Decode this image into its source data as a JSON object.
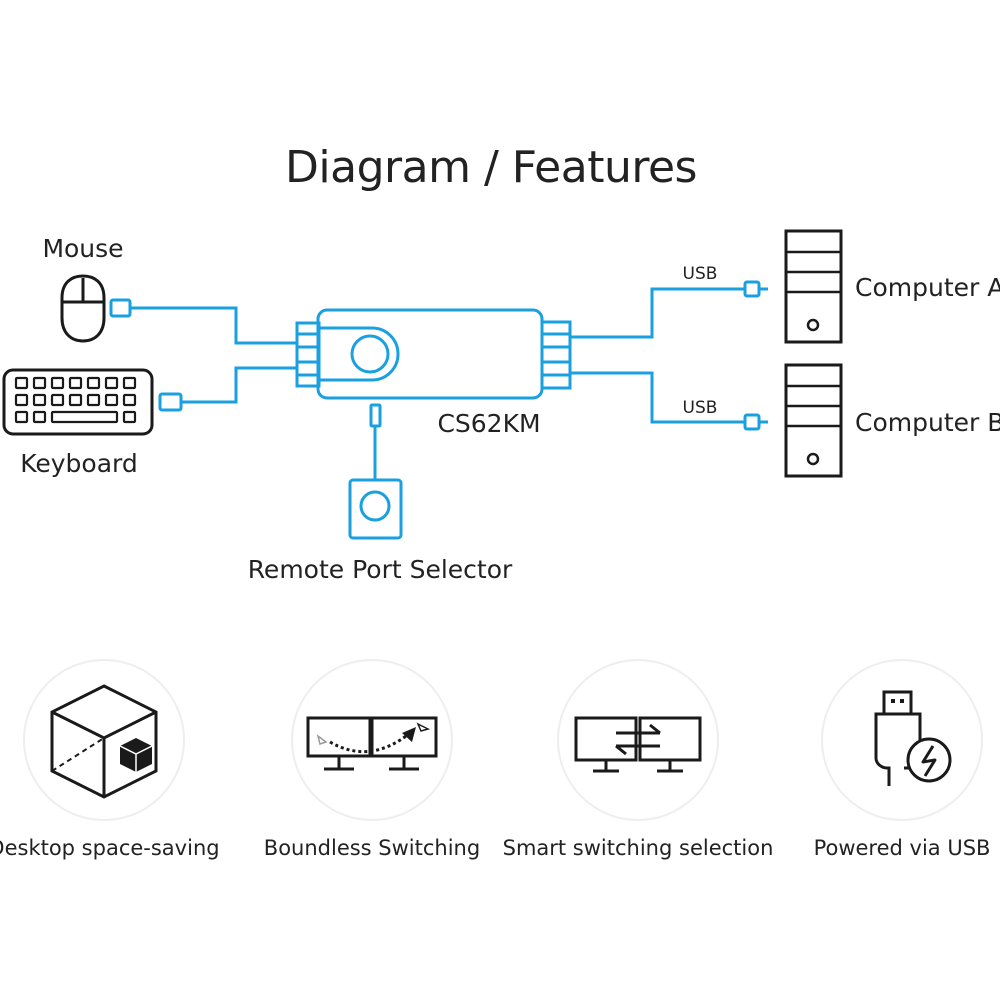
{
  "title": "Diagram / Features",
  "devices": {
    "mouse": "Mouse",
    "keyboard": "Keyboard",
    "switch": "CS62KM",
    "remote": "Remote Port Selector",
    "computer_a": "Computer A",
    "computer_b": "Computer B",
    "usb_a": "USB",
    "usb_b": "USB"
  },
  "features": [
    {
      "label": "Desktop space-saving",
      "icon": "cube-icon"
    },
    {
      "label": "Boundless Switching",
      "icon": "dual-monitor-cursor-icon"
    },
    {
      "label": "Smart switching selection",
      "icon": "dual-monitor-switch-icon"
    },
    {
      "label": "Powered via USB",
      "icon": "usb-power-icon"
    }
  ],
  "colors": {
    "cable": "#1aa0e0",
    "outline": "#1a1a1a"
  }
}
